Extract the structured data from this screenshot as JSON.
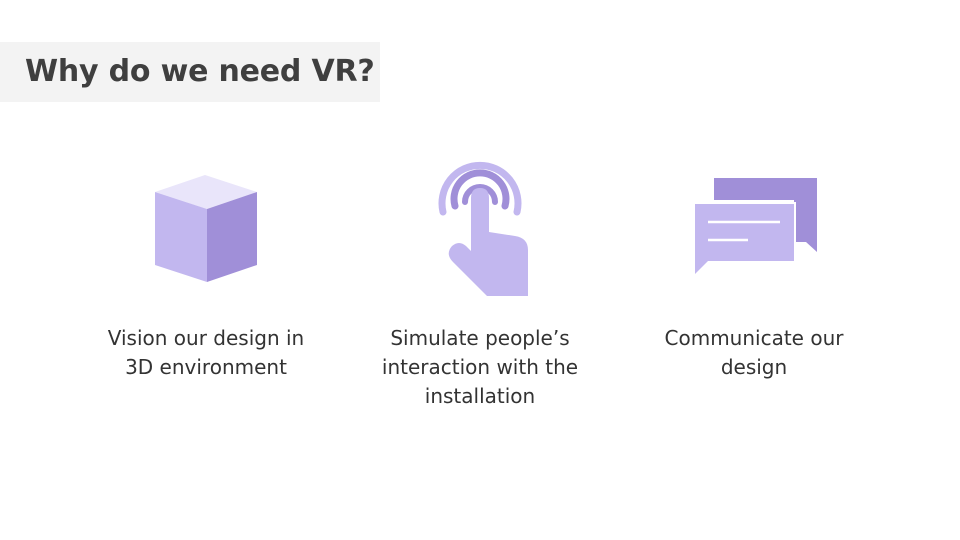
{
  "slide": {
    "title": "Why do we need VR?"
  },
  "items": [
    {
      "icon": "cube-icon",
      "caption_lines": [
        "Vision our design in",
        "3D environment"
      ]
    },
    {
      "icon": "touch-gesture-icon",
      "caption_lines": [
        "Simulate people’s",
        "interaction with the",
        "installation"
      ]
    },
    {
      "icon": "chat-bubbles-icon",
      "caption_lines": [
        "Communicate our",
        "design"
      ]
    }
  ],
  "colors": {
    "title_background": "#f3f3f3",
    "title_text": "#3f3f3f",
    "icon_light": "#c2b7ef",
    "icon_dark": "#a08fd8",
    "icon_top": "#e9e5fa"
  }
}
